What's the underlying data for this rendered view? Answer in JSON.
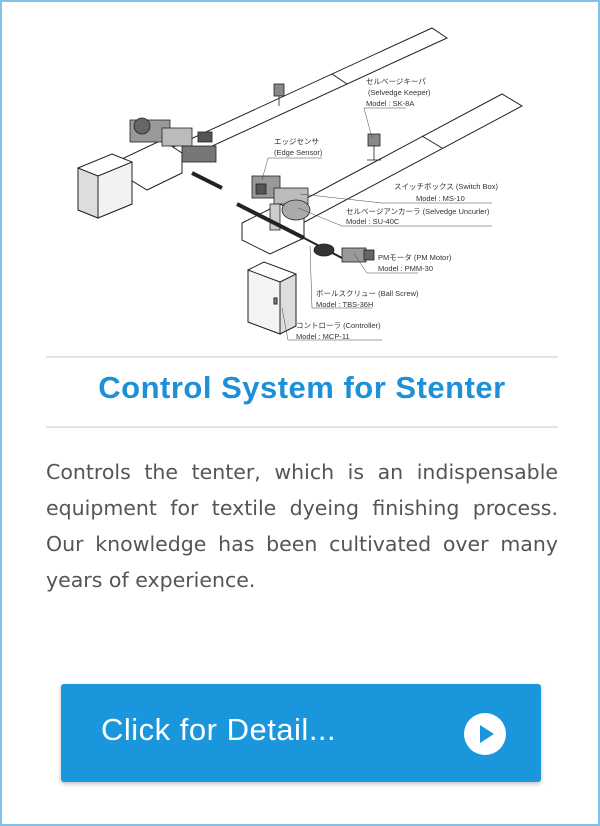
{
  "diagram": {
    "labels": {
      "selvedge_keeper_jp": "セルベージキーパ",
      "selvedge_keeper_en": "(Selvedge Keeper)",
      "selvedge_keeper_model": "Model : SK-8A",
      "edge_sensor_jp": "エッジセンサ",
      "edge_sensor_en": "(Edge Sensor)",
      "switch_box": "スイッチボックス (Switch Box)",
      "switch_box_model": "Model : MS-10",
      "selvedge_uncurler": "セルベージアンカーラ (Selvedge Uncurler)",
      "selvedge_uncurler_model": "Model : SU-40C",
      "pm_motor": "PMモータ (PM Motor)",
      "pm_motor_model": "Model : PMM-30",
      "ball_screw": "ボールスクリュー (Ball Screw)",
      "ball_screw_model": "Model : TBS-36H",
      "controller": "コントローラ (Controller)",
      "controller_model": "Model : MCP-11"
    }
  },
  "card": {
    "title": "Control System for Stenter",
    "description": "Controls the tenter, which is an indispensable equipment for textile dyeing finishing process. Our knowledge has been cultivated over many years of experience.",
    "button_label": "Click for Detail...",
    "button_icon": "play-circle-icon"
  },
  "colors": {
    "border": "#7fc1e8",
    "title": "#1d90d8",
    "button": "#1a97dc",
    "text": "#555555"
  }
}
